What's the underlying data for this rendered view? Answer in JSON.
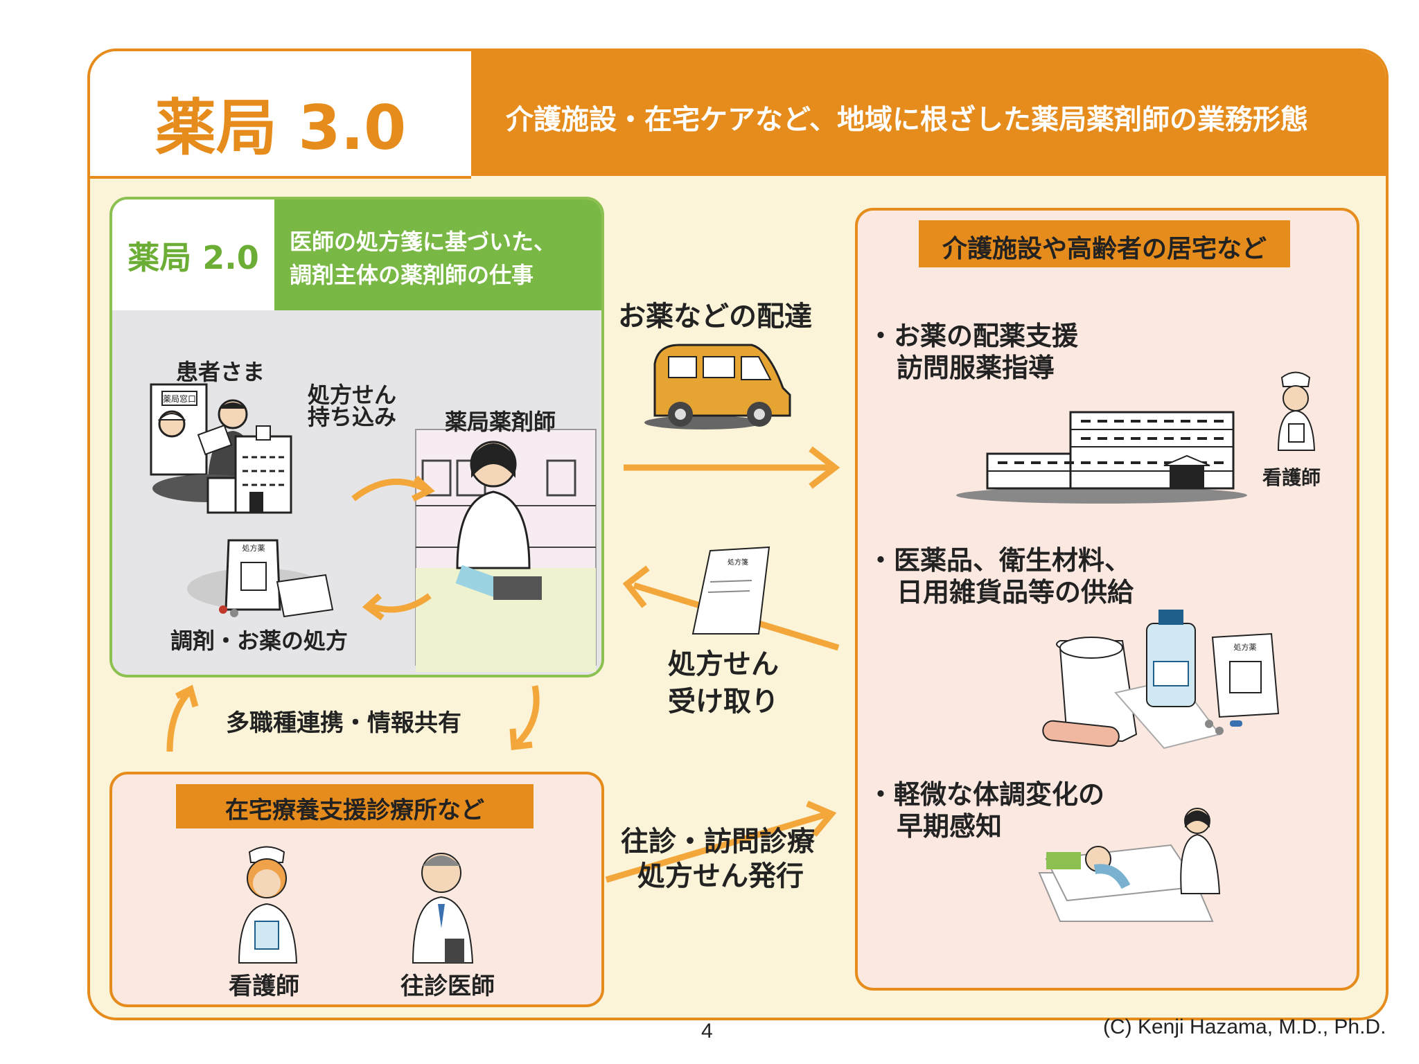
{
  "header": {
    "title": "薬局 3.0",
    "subtitle": "介護施設・在宅ケアなど、地域に根ざした薬局薬剤師の業務形態"
  },
  "pharmacy20": {
    "title": "薬局 2.0",
    "subtitle_line1": "医師の処方箋に基づいた、",
    "subtitle_line2": "調剤主体の薬剤師の仕事",
    "patient_label": "患者さま",
    "prescription_bring_line1": "処方せん",
    "prescription_bring_line2": "持ち込み",
    "pharmacist_label": "薬局薬剤師",
    "dispense_label": "調剤・お薬の処方",
    "window_sign": "薬局窓口",
    "bag_label": "処方薬"
  },
  "middle": {
    "delivery_label": "お薬などの配達",
    "receive_line1": "処方せん",
    "receive_line2": "受け取り",
    "visit_line1": "往診・訪問診療",
    "visit_line2": "処方せん発行",
    "doc_label": "処方箋"
  },
  "collab_label": "多職種連携・情報共有",
  "home_care": {
    "band_label": "介護施設や高齢者の居宅など",
    "bullet1_line1": "・お薬の配薬支援",
    "bullet1_line2": "訪問服薬指導",
    "nurse_label": "看護師",
    "bullet2_line1": "・医薬品、衛生材料、",
    "bullet2_line2": "日用雑貨品等の供給",
    "bullet3_line1": "・軽微な体調変化の",
    "bullet3_line2": "早期感知",
    "bag_label": "処方薬"
  },
  "clinic": {
    "band_label": "在宅療養支援診療所など",
    "nurse_label": "看護師",
    "doctor_label": "往診医師"
  },
  "footer": {
    "page_number": "4",
    "copyright": "(C) Kenji Hazama, M.D., Ph.D."
  },
  "colors": {
    "orange": "#e58c1c",
    "green": "#79b844",
    "cream": "#fcf4d8",
    "pink": "#fbe9e1"
  }
}
